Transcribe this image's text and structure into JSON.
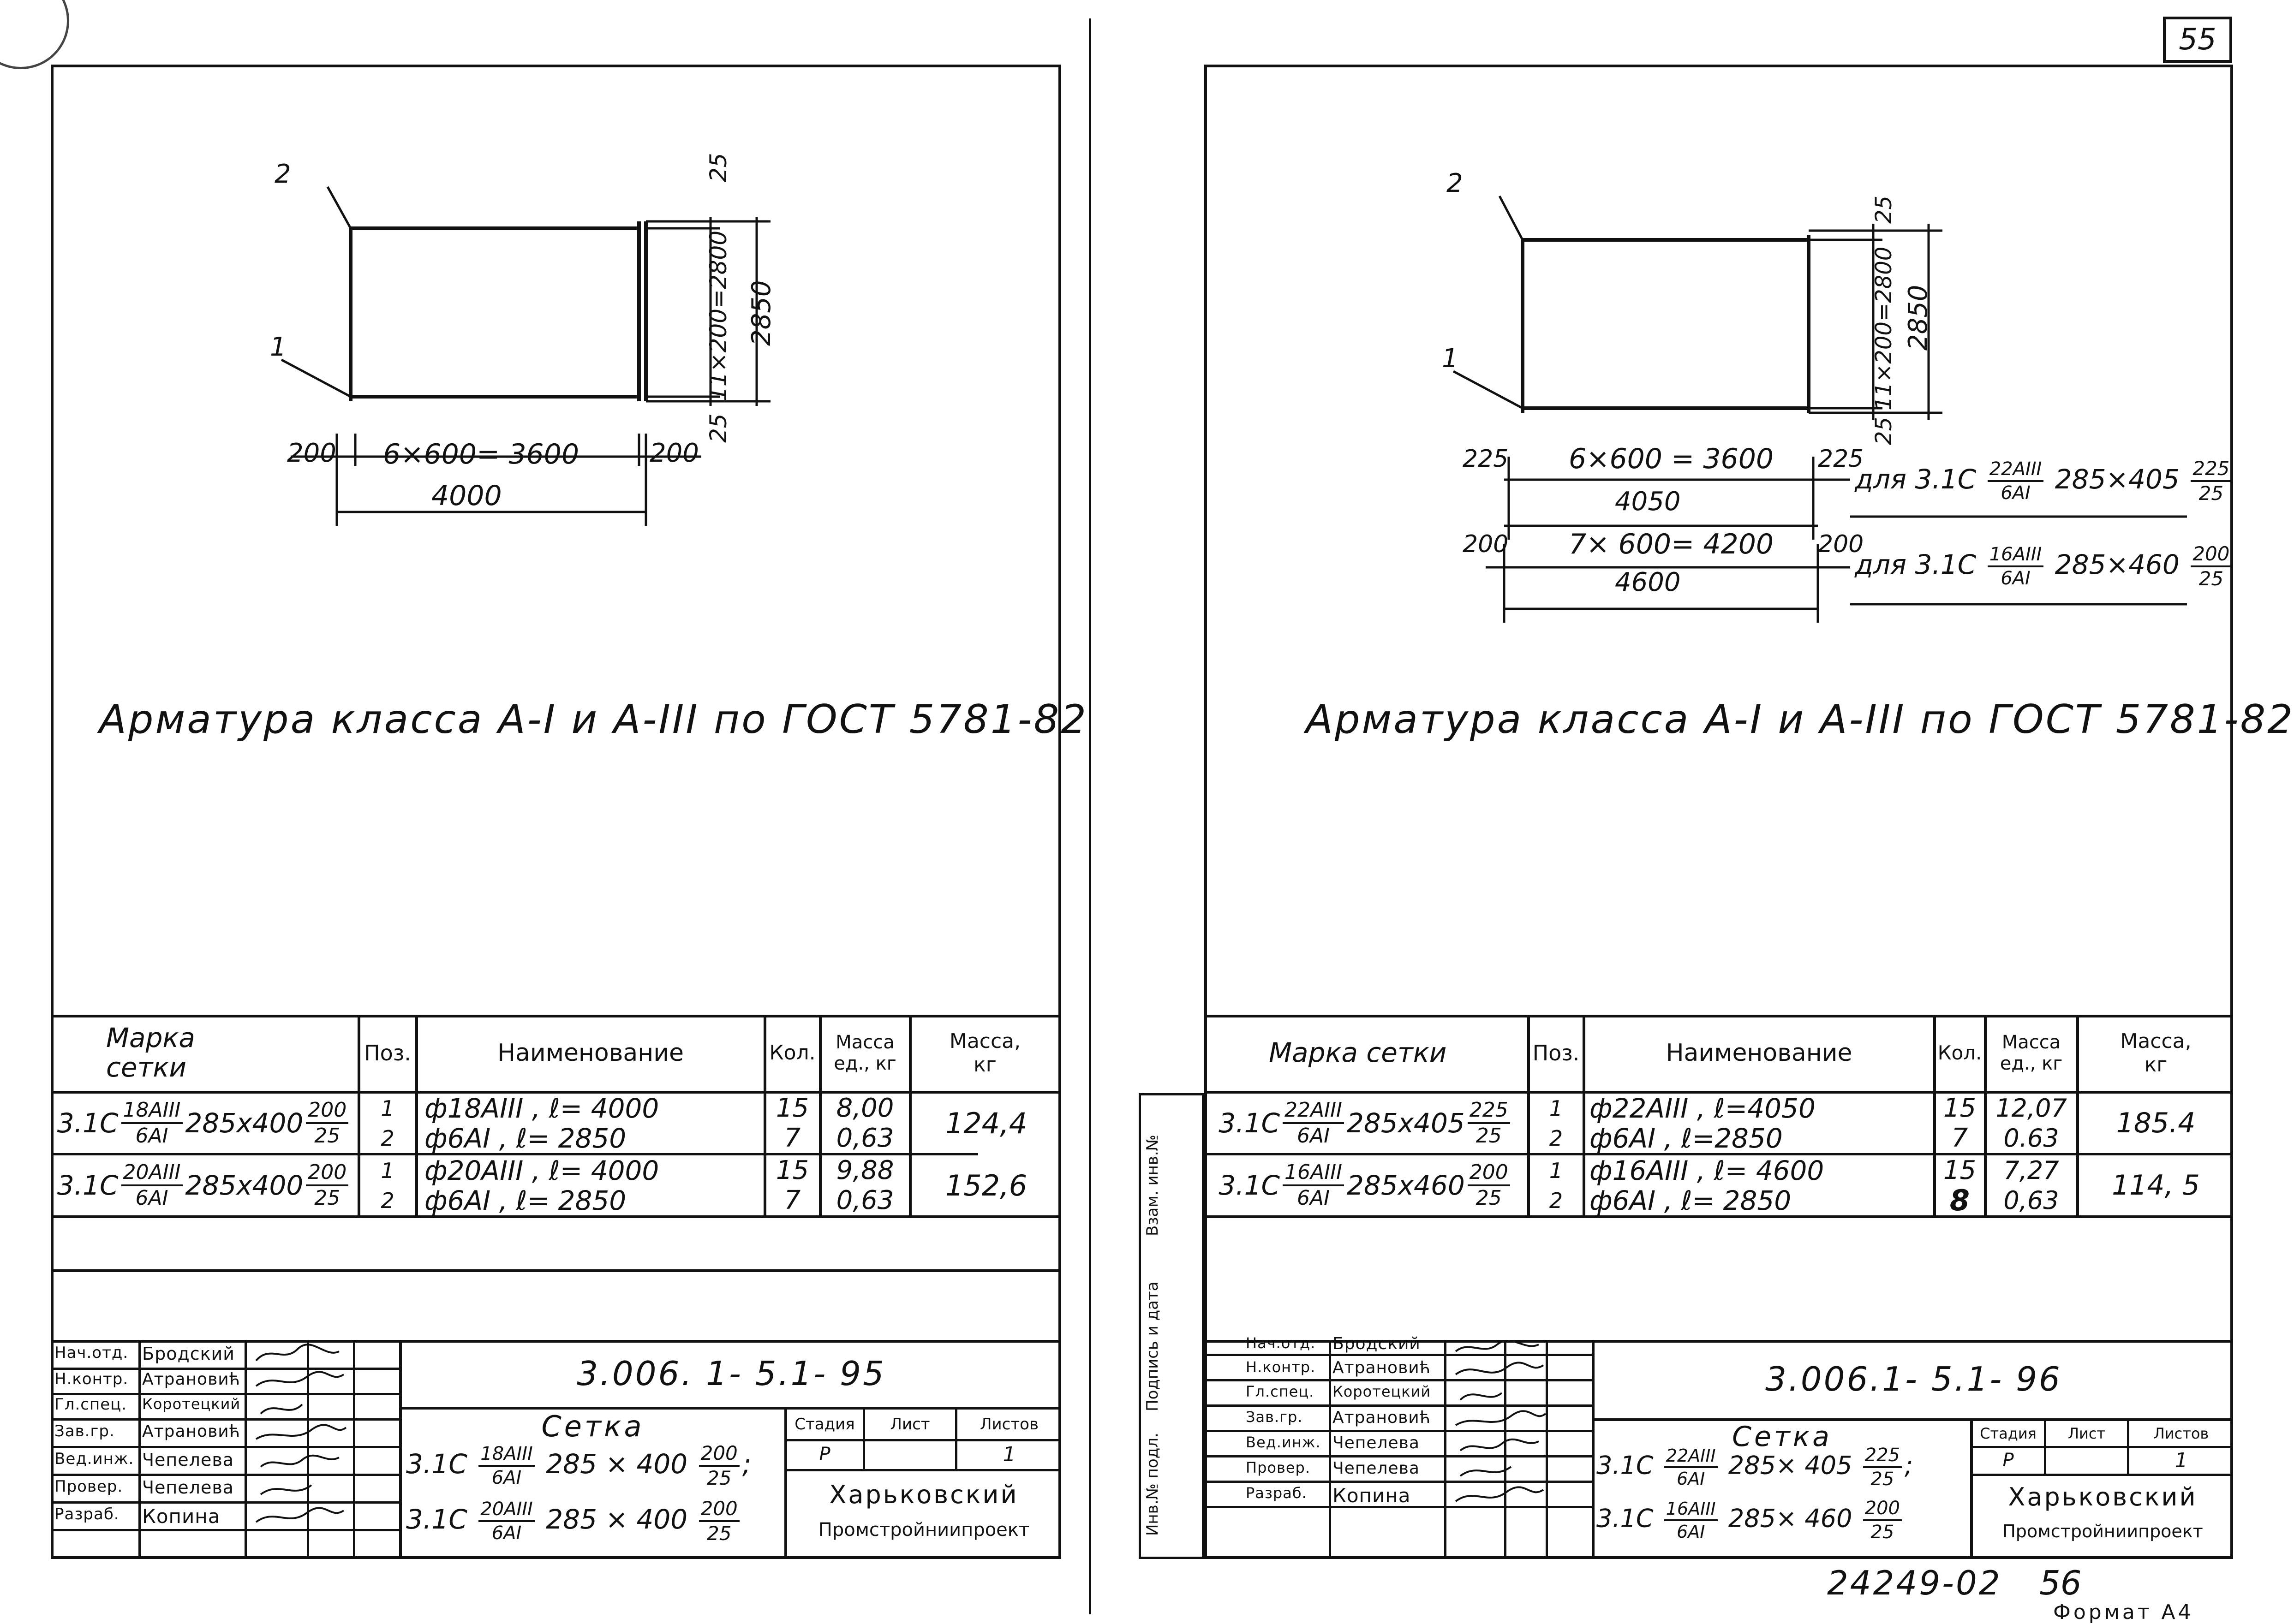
{
  "page_number": "55",
  "page_footer_number": "56",
  "document_number": "24249-02",
  "format_label": "Формат А4",
  "left": {
    "drawing": {
      "pos_labels": [
        "1",
        "2"
      ],
      "dim_left": "200",
      "dim_middle": "6×600= 3600",
      "dim_right": "200",
      "dim_total": "4000",
      "dim_top": "25",
      "dim_vertical_inner": "11×200=2800",
      "dim_vertical_total": "2850",
      "dim_bottom": "25"
    },
    "note": "Арматура класса А-I и А-III по ГОСТ 5781-82",
    "table": {
      "headers": {
        "mark": "Марка сетки",
        "pos": "Поз.",
        "name": "Наименование",
        "qty": "Кол.",
        "unit_mass": "Масса ед., кг",
        "mass": "Масса, кг"
      },
      "rows": [
        {
          "mark_prefix": "3.1С",
          "mark_num": "18АIII",
          "mark_den": "6АI",
          "mark_mid": "285х400",
          "mark_sup": "200",
          "mark_sub": "25",
          "items": [
            {
              "pos": "1",
              "name": "ф18АIII , ℓ= 4000",
              "qty": "15",
              "unit_mass": "8,00"
            },
            {
              "pos": "2",
              "name": "ф6АI , ℓ= 2850",
              "qty": "7",
              "unit_mass": "0,63"
            }
          ],
          "mass": "124,4"
        },
        {
          "mark_prefix": "3.1С",
          "mark_num": "20АIII",
          "mark_den": "6АI",
          "mark_mid": "285х400",
          "mark_sup": "200",
          "mark_sub": "25",
          "items": [
            {
              "pos": "1",
              "name": "ф20АIII , ℓ= 4000",
              "qty": "15",
              "unit_mass": "9,88"
            },
            {
              "pos": "2",
              "name": "ф6АI , ℓ= 2850",
              "qty": "7",
              "unit_mass": "0,63"
            }
          ],
          "mass": "152,6"
        }
      ]
    },
    "title_block": {
      "code": "3.006. 1- 5.1- 95",
      "roles": [
        "Нач.отд.",
        "Н.контр.",
        "Гл.спец.",
        "Зав.гр.",
        "Вед.инж.",
        "Провер.",
        "Разраб."
      ],
      "names": [
        "Бродский",
        "Атрановић",
        "Коротецкий",
        "Атрановић",
        "Чепелева",
        "Чепелева",
        "Копина"
      ],
      "title": "Сетка",
      "title_line1": "3.1С 18АIII/6АI 285 × 400 200/25 ;",
      "title_line2": "3.1С 20АIII/6АI 285 × 400 200/25",
      "stage_label": "Стадия",
      "sheet_label": "Лист",
      "sheets_label": "Листов",
      "stage": "Р",
      "sheets": "1",
      "org1": "Харьковский",
      "org2": "Промстройниипроект"
    }
  },
  "right": {
    "drawing": {
      "pos_labels": [
        "1",
        "2"
      ],
      "dim_top": "25",
      "dim_vertical_inner": "11×200=2800",
      "dim_vertical_total": "2850",
      "dim_bottom": "25",
      "row1_left": "225",
      "row1_middle": "6×600 = 3600",
      "row1_total": "4050",
      "row1_right": "225",
      "row1_note": "для 3.1С 22АIII/6АI 285×405 225/25",
      "row2_left": "200",
      "row2_middle": "7× 600= 4200",
      "row2_total": "4600",
      "row2_right": "200",
      "row2_note": "для 3.1С 16АIII/6АI 285×460 200/25"
    },
    "note": "Арматура класса А-I и А-III по ГОСТ 5781-82",
    "side_labels": [
      "Инв.№ подл.",
      "Подпись и дата",
      "Взам. инв.№"
    ],
    "table": {
      "headers": {
        "mark": "Марка сетки",
        "pos": "Поз.",
        "name": "Наименование",
        "qty": "Кол.",
        "unit_mass": "Масса ед., кг",
        "mass": "Масса, кг"
      },
      "rows": [
        {
          "mark_prefix": "3.1С",
          "mark_num": "22АIII",
          "mark_den": "6АI",
          "mark_mid": "285х405",
          "mark_sup": "225",
          "mark_sub": "25",
          "items": [
            {
              "pos": "1",
              "name": "ф22АIII , ℓ=4050",
              "qty": "15",
              "unit_mass": "12,07"
            },
            {
              "pos": "2",
              "name": "ф6АI , ℓ=2850",
              "qty": "7",
              "unit_mass": "0.63"
            }
          ],
          "mass": "185.4"
        },
        {
          "mark_prefix": "3.1С",
          "mark_num": "16АIII",
          "mark_den": "6АI",
          "mark_mid": "285х460",
          "mark_sup": "200",
          "mark_sub": "25",
          "items": [
            {
              "pos": "1",
              "name": "ф16АIII , ℓ= 4600",
              "qty": "15",
              "unit_mass": "7,27"
            },
            {
              "pos": "2",
              "name": "ф6АI , ℓ= 2850",
              "qty": "8",
              "unit_mass": "0,63"
            }
          ],
          "mass": "114, 5"
        }
      ]
    },
    "title_block": {
      "code": "3.006.1- 5.1- 96",
      "roles": [
        "Нач.отд.",
        "Н.контр.",
        "Гл.спец.",
        "Зав.гр.",
        "Вед.инж.",
        "Провер.",
        "Разраб."
      ],
      "names": [
        "Бродский",
        "Атрановић",
        "Коротецкий",
        "Атрановић",
        "Чепелева",
        "Чепелева",
        "Копина"
      ],
      "title": "Сетка",
      "title_line1": "3.1С 22АIII/6АI 285× 405 225/25 ;",
      "title_line2": "3.1С 16АIII/6АI 285× 460 200/25",
      "stage_label": "Стадия",
      "sheet_label": "Лист",
      "sheets_label": "Листов",
      "stage": "Р",
      "sheets": "1",
      "org1": "Харьковский",
      "org2": "Промстройниипроект"
    }
  }
}
